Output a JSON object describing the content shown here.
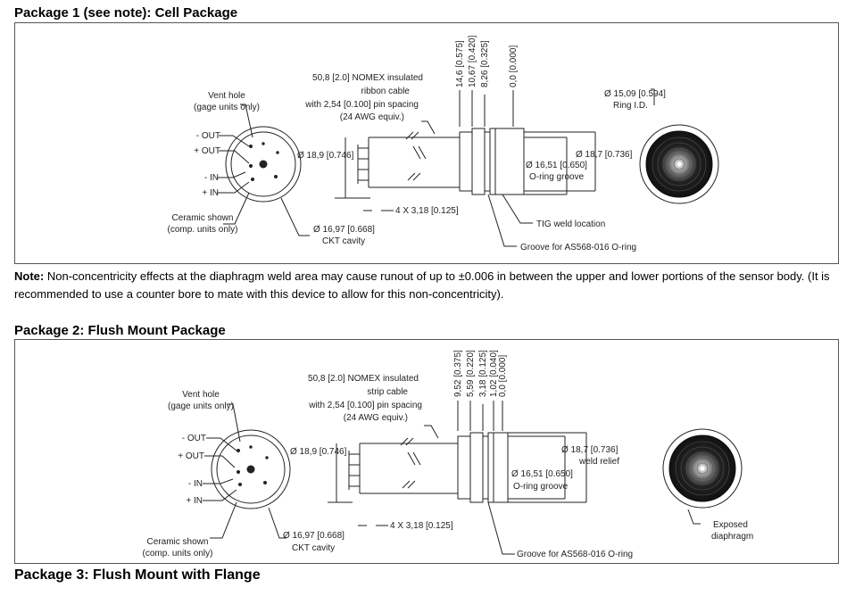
{
  "pkg1": {
    "title": "Package 1 (see note): Cell Package",
    "vent": [
      "Vent hole",
      "(gage units only)"
    ],
    "pins": [
      "- OUT",
      "+ OUT",
      "- IN",
      "+ IN"
    ],
    "ceramic": [
      "Ceramic shown",
      "(comp. units only)"
    ],
    "cable": [
      "50,8 [2.0] NOMEX insulated",
      "ribbon cable",
      "with 2,54 [0.100] pin spacing",
      "(24 AWG equiv.)"
    ],
    "dia_body": "Ø 18,9 [0.746]",
    "dia_cavity": [
      "Ø 16,97 [0.668]",
      "CKT cavity"
    ],
    "pin_spacing": "4 X 3,18 [0.125]",
    "verticals": [
      "14,6 [0.575]",
      "10,67 [0.420]",
      "8,26 [0.325]",
      "0,0 [0.000]"
    ],
    "dia_outer": "Ø 18,7 [0.736]",
    "oring": [
      "Ø 16,51 [0.650]",
      "O-ring groove"
    ],
    "tig": "TIG weld location",
    "groove": "Groove for AS568-016 O-ring",
    "ring": [
      "Ø 15,09 [0.594]",
      "Ring I.D."
    ]
  },
  "note": {
    "label": "Note:",
    "text": "Non-concentricity effects at the diaphragm weld area may cause runout of up to ±0.006 in between the upper and lower portions of the sensor body. (It is recommended to use a counter bore to mate with this device to allow for this non-concentricity)."
  },
  "pkg2": {
    "title": "Package 2: Flush Mount Package",
    "vent": [
      "Vent hole",
      "(gage units only)"
    ],
    "pins": [
      "- OUT",
      "+ OUT",
      "- IN",
      "+ IN"
    ],
    "ceramic": [
      "Ceramic shown",
      "(comp. units only)"
    ],
    "cable": [
      "50,8 [2.0] NOMEX insulated",
      "strip cable",
      "with 2,54 [0.100] pin spacing",
      "(24 AWG equiv.)"
    ],
    "dia_body": "Ø 18,9 [0.746]",
    "dia_cavity": [
      "Ø 16,97 [0.668]",
      "CKT cavity"
    ],
    "pin_spacing": "4 X 3,18 [0.125]",
    "verticals": [
      "9,52 [0.375]",
      "5,59 [0.220]",
      "3,18 [0.125]",
      "1,02 [0.040]",
      "0,0 [0.000]"
    ],
    "dia_outer": [
      "Ø 18,7 [0.736]",
      "weld relief"
    ],
    "oring": [
      "Ø 16,51 [0.650]",
      "O-ring groove"
    ],
    "groove": "Groove for AS568-016 O-ring",
    "exposed": [
      "Exposed",
      "diaphragm"
    ]
  },
  "pkg3": {
    "title": "Package 3: Flush Mount with Flange"
  }
}
